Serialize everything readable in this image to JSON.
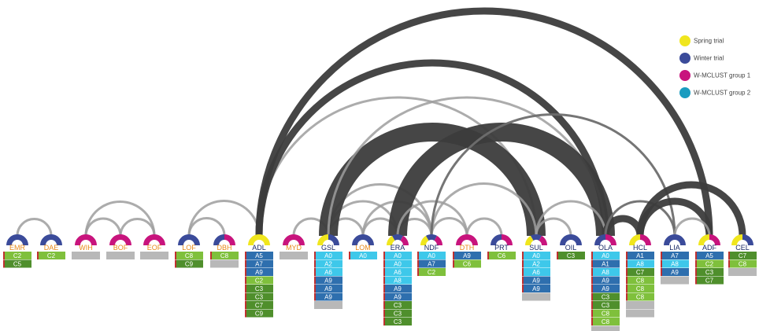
{
  "colors": {
    "spring": "#f0e61e",
    "winter": "#3b4b9a",
    "group1": "#c8147d",
    "group2": "#1a9cc0",
    "label_orange": "#e88a1a",
    "label_dark": "#1a2a66",
    "arc_dark": "#3c3c3c",
    "arc_mid": "#6e6e6e",
    "arc_light": "#9e9e9e",
    "cell_A_light": "#3ec8ea",
    "cell_A_dark": "#2e6fae",
    "cell_C_light": "#7fc03c",
    "cell_C_dark": "#4f8f2c",
    "cell_empty": "#b8b8b8",
    "cell_marker": "#c03030"
  },
  "legend": [
    {
      "label": "Spring trial",
      "color_key": "spring"
    },
    {
      "label": "Winter trial",
      "color_key": "winter"
    },
    {
      "label": "W-MCLUST group 1",
      "color_key": "group1"
    },
    {
      "label": "W-MCLUST group 2",
      "color_key": "group2"
    }
  ],
  "nodes": [
    {
      "id": "EMR",
      "label": "EMR",
      "label_tone": "orange",
      "ring": [
        [
          "winter",
          1
        ]
      ],
      "cells": [
        "C2",
        "C5"
      ]
    },
    {
      "id": "DAE",
      "label": "DAE",
      "label_tone": "orange",
      "ring": [
        [
          "winter",
          1
        ]
      ],
      "cells": [
        "C2"
      ]
    },
    {
      "id": "WIH",
      "label": "WIH",
      "label_tone": "orange",
      "ring": [
        [
          "group1",
          1
        ]
      ],
      "cells": [
        ""
      ]
    },
    {
      "id": "BOF",
      "label": "BOF",
      "label_tone": "orange",
      "ring": [
        [
          "group1",
          1
        ]
      ],
      "cells": [
        ""
      ]
    },
    {
      "id": "EOF",
      "label": "EOF",
      "label_tone": "orange",
      "ring": [
        [
          "group1",
          1
        ]
      ],
      "cells": [
        ""
      ]
    },
    {
      "id": "LOF",
      "label": "LOF",
      "label_tone": "orange",
      "ring": [
        [
          "winter",
          1
        ]
      ],
      "cells": [
        "C8",
        "C9"
      ]
    },
    {
      "id": "DBH",
      "label": "DBH",
      "label_tone": "orange",
      "ring": [
        [
          "winter",
          1
        ],
        [
          "group1",
          1
        ]
      ],
      "cells": [
        "C8",
        ""
      ]
    },
    {
      "id": "ADL",
      "label": "ADL",
      "label_tone": "dark",
      "ring": [
        [
          "spring",
          1
        ]
      ],
      "cells": [
        "A5",
        "A7",
        "A9",
        "C2",
        "C3",
        "C3",
        "C7",
        "C9"
      ]
    },
    {
      "id": "MYD",
      "label": "MYD",
      "label_tone": "orange",
      "ring": [
        [
          "group1",
          1
        ]
      ],
      "cells": [
        ""
      ]
    },
    {
      "id": "GSL",
      "label": "GSL",
      "label_tone": "dark",
      "ring": [
        [
          "spring",
          1
        ],
        [
          "winter",
          1
        ]
      ],
      "cells": [
        "A0",
        "A2",
        "A6",
        "A9",
        "A9",
        "A9",
        ""
      ]
    },
    {
      "id": "LOM",
      "label": "LOM",
      "label_tone": "orange",
      "ring": [
        [
          "winter",
          1
        ]
      ],
      "cells": [
        "A0"
      ]
    },
    {
      "id": "ERA",
      "label": "ERA",
      "label_tone": "dark",
      "ring": [
        [
          "spring",
          1
        ],
        [
          "winter",
          1
        ],
        [
          "group1",
          1
        ]
      ],
      "cells": [
        "A0",
        "A0",
        "A6",
        "A8",
        "A9",
        "A9",
        "C3",
        "C3",
        "C3"
      ]
    },
    {
      "id": "NDF",
      "label": "NDF",
      "label_tone": "dark",
      "ring": [
        [
          "spring",
          1
        ],
        [
          "winter",
          1
        ],
        [
          "group1",
          1
        ]
      ],
      "cells": [
        "A0",
        "A7",
        "C2"
      ]
    },
    {
      "id": "DTH",
      "label": "DTH",
      "label_tone": "orange",
      "ring": [
        [
          "group1",
          1
        ]
      ],
      "cells": [
        "A9",
        "C6"
      ]
    },
    {
      "id": "PRT",
      "label": "PRT",
      "label_tone": "dark",
      "ring": [
        [
          "winter",
          1
        ],
        [
          "group1",
          1
        ]
      ],
      "cells": [
        "C6"
      ]
    },
    {
      "id": "SUL",
      "label": "SUL",
      "label_tone": "dark",
      "ring": [
        [
          "spring",
          1
        ],
        [
          "winter",
          1
        ],
        [
          "group1",
          1
        ]
      ],
      "cells": [
        "A0",
        "A2",
        "A6",
        "A9",
        "A9",
        ""
      ]
    },
    {
      "id": "OIL",
      "label": "OIL",
      "label_tone": "dark",
      "ring": [
        [
          "winter",
          1
        ]
      ],
      "cells": [
        "C3"
      ]
    },
    {
      "id": "OLA",
      "label": "OLA",
      "label_tone": "dark",
      "ring": [
        [
          "winter",
          1
        ],
        [
          "group1",
          1
        ]
      ],
      "cells": [
        "A0",
        "A1",
        "A8",
        "A9",
        "A9",
        "C3",
        "C3",
        "C8",
        "C8",
        ""
      ]
    },
    {
      "id": "HCL",
      "label": "HCL",
      "label_tone": "dark",
      "ring": [
        [
          "spring",
          1
        ],
        [
          "group1",
          1
        ]
      ],
      "cells": [
        "A1",
        "A8",
        "C7",
        "C8",
        "C8",
        "C8",
        "",
        ""
      ]
    },
    {
      "id": "LIA",
      "label": "LIA",
      "label_tone": "dark",
      "ring": [
        [
          "winter",
          1
        ]
      ],
      "cells": [
        "A7",
        "A8",
        "A9",
        ""
      ]
    },
    {
      "id": "ADF",
      "label": "ADF",
      "label_tone": "dark",
      "ring": [
        [
          "spring",
          1
        ],
        [
          "group1",
          1
        ]
      ],
      "cells": [
        "A5",
        "C2",
        "C3",
        "C7"
      ]
    },
    {
      "id": "CEL",
      "label": "CEL",
      "label_tone": "dark",
      "ring": [
        [
          "spring",
          1
        ],
        [
          "winter",
          1
        ]
      ],
      "cells": [
        "C7",
        "C8",
        ""
      ]
    }
  ],
  "arcs": [
    {
      "from": "EMR",
      "to": "DAE",
      "weight": "thin",
      "tone": "light"
    },
    {
      "from": "WIH",
      "to": "BOF",
      "weight": "thin",
      "tone": "light"
    },
    {
      "from": "WIH",
      "to": "EOF",
      "weight": "thin",
      "tone": "light"
    },
    {
      "from": "BOF",
      "to": "EOF",
      "weight": "thin",
      "tone": "light"
    },
    {
      "from": "LOF",
      "to": "DBH",
      "weight": "thin",
      "tone": "light"
    },
    {
      "from": "LOF",
      "to": "ADL",
      "weight": "thin",
      "tone": "light"
    },
    {
      "from": "ADL",
      "to": "SUL",
      "weight": "thin",
      "tone": "light"
    },
    {
      "from": "ADL",
      "to": "OLA",
      "weight": "medium",
      "tone": "dark"
    },
    {
      "from": "ADL",
      "to": "ADF",
      "weight": "medium",
      "tone": "dark"
    },
    {
      "from": "MYD",
      "to": "GSL",
      "weight": "thin",
      "tone": "light"
    },
    {
      "from": "GSL",
      "to": "LOM",
      "weight": "thin",
      "tone": "light"
    },
    {
      "from": "GSL",
      "to": "ERA",
      "weight": "thin",
      "tone": "light"
    },
    {
      "from": "GSL",
      "to": "NDF",
      "weight": "thin",
      "tone": "light"
    },
    {
      "from": "GSL",
      "to": "SUL",
      "weight": "heavy",
      "tone": "dark"
    },
    {
      "from": "GSL",
      "to": "OLA",
      "weight": "thin",
      "tone": "light"
    },
    {
      "from": "LOM",
      "to": "ERA",
      "weight": "thin",
      "tone": "light"
    },
    {
      "from": "LOM",
      "to": "NDF",
      "weight": "thin",
      "tone": "light"
    },
    {
      "from": "ERA",
      "to": "NDF",
      "weight": "thin",
      "tone": "light"
    },
    {
      "from": "ERA",
      "to": "OLA",
      "weight": "heavy",
      "tone": "dark"
    },
    {
      "from": "ERA",
      "to": "DTH",
      "weight": "thin",
      "tone": "light"
    },
    {
      "from": "NDF",
      "to": "DTH",
      "weight": "thin",
      "tone": "light"
    },
    {
      "from": "NDF",
      "to": "SUL",
      "weight": "thin",
      "tone": "light"
    },
    {
      "from": "NDF",
      "to": "LIA",
      "weight": "thin",
      "tone": "mid"
    },
    {
      "from": "DTH",
      "to": "PRT",
      "weight": "thin",
      "tone": "light"
    },
    {
      "from": "SUL",
      "to": "OIL",
      "weight": "thin",
      "tone": "light"
    },
    {
      "from": "SUL",
      "to": "OLA",
      "weight": "thin",
      "tone": "light"
    },
    {
      "from": "OLA",
      "to": "HCL",
      "weight": "medium",
      "tone": "dark"
    },
    {
      "from": "OLA",
      "to": "LIA",
      "weight": "thin",
      "tone": "mid"
    },
    {
      "from": "HCL",
      "to": "ADF",
      "weight": "medium",
      "tone": "dark"
    },
    {
      "from": "HCL",
      "to": "CEL",
      "weight": "medium",
      "tone": "dark"
    },
    {
      "from": "LIA",
      "to": "ADF",
      "weight": "thin",
      "tone": "light"
    }
  ]
}
